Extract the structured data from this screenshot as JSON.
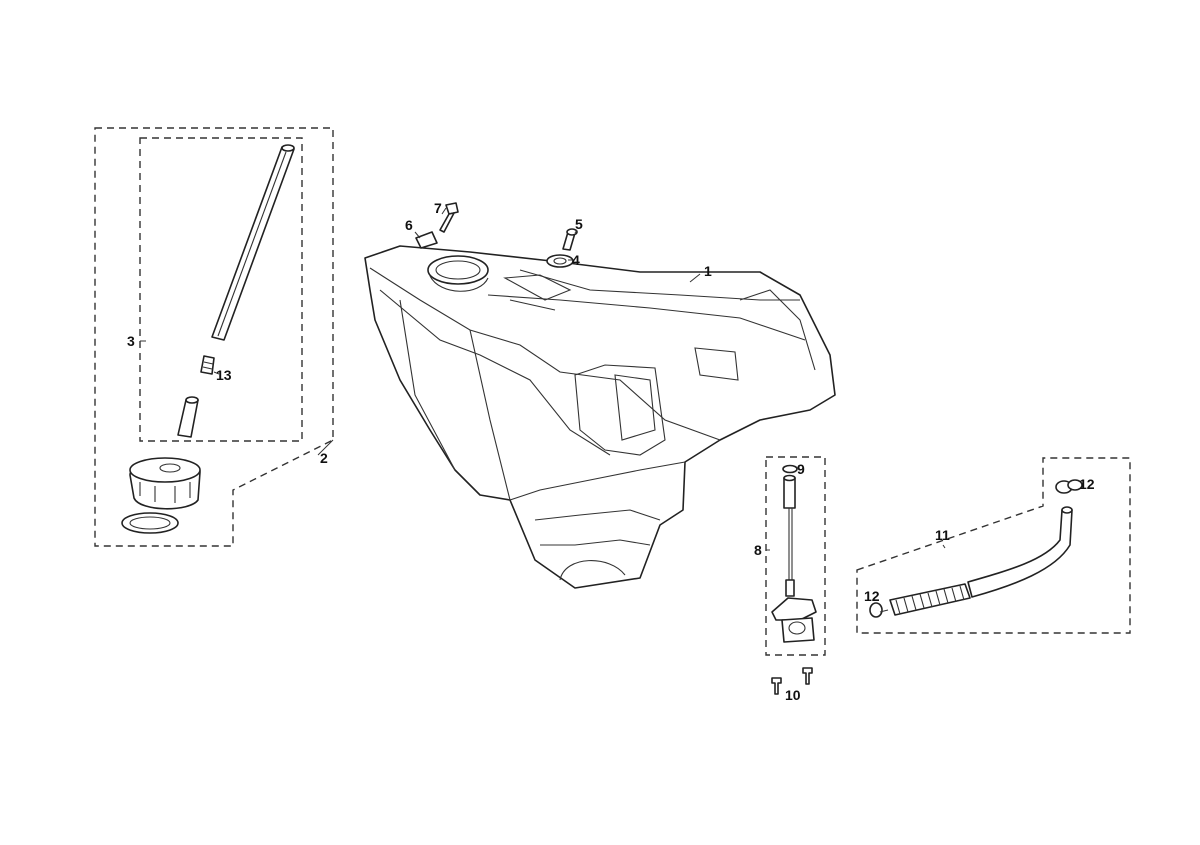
{
  "callouts": {
    "c1": "1",
    "c2": "2",
    "c3": "3",
    "c4": "4",
    "c5": "5",
    "c6": "6",
    "c7": "7",
    "c8": "8",
    "c9": "9",
    "c10": "10",
    "c11": "11",
    "c12a": "12",
    "c12b": "12",
    "c13": "13"
  }
}
